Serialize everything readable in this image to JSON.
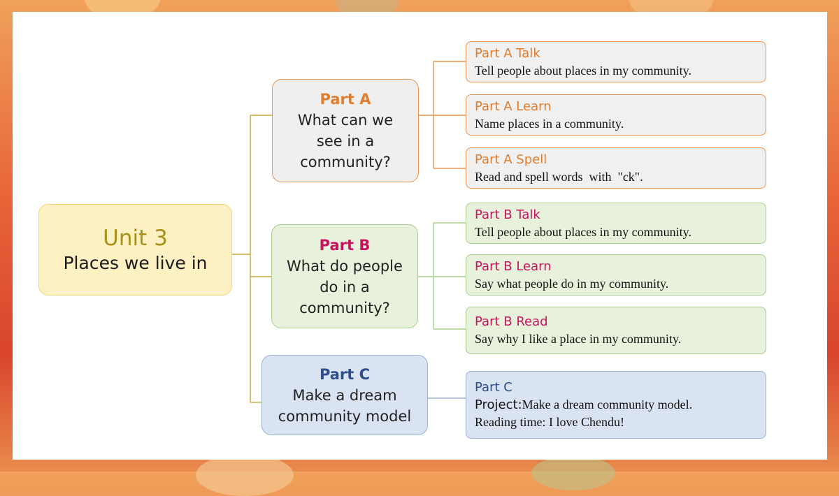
{
  "root": {
    "title": "Unit 3",
    "subtitle": "Places we live in"
  },
  "parts": {
    "a": {
      "head": "Part A",
      "body": "What can we see in a community?"
    },
    "b": {
      "head": "Part B",
      "body": "What do people do in a community?"
    },
    "c": {
      "head": "Part C",
      "body": "Make a dream community model"
    }
  },
  "leaves": {
    "a_talk": {
      "title": "Part A Talk",
      "desc": "Tell people about places in my community."
    },
    "a_learn": {
      "title": "Part A Learn",
      "desc": "Name places in a community."
    },
    "a_spell": {
      "title": "Part A Spell",
      "desc": "Read and spell words  with  \"ck\"."
    },
    "b_talk": {
      "title": "Part B Talk",
      "desc": "Tell people about places in my community."
    },
    "b_learn": {
      "title": "Part B Learn",
      "desc": "Say what people do in my community."
    },
    "b_read": {
      "title": "Part B Read",
      "desc": "Say why I like a place in my community."
    },
    "c": {
      "title": "Part C",
      "project_label": "Project:",
      "project_desc": "Make a dream community model.",
      "reading": "Reading time: I love Chendu!"
    }
  },
  "colors": {
    "gold": "#a8911a",
    "orange": "#e07d2e",
    "magenta": "#c8125e",
    "navy": "#2e4f8c"
  }
}
